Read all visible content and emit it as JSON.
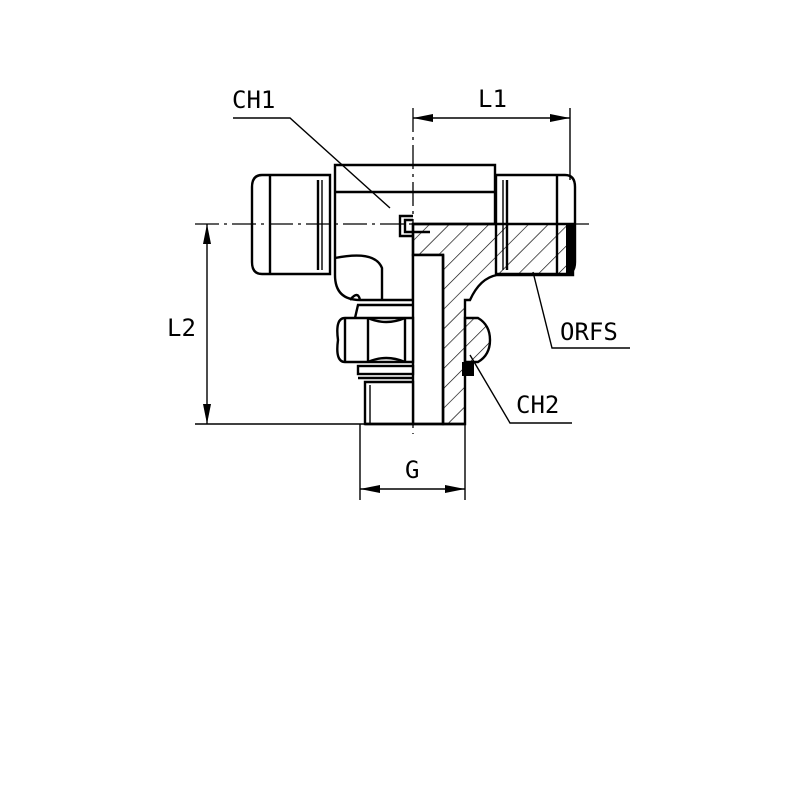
{
  "labels": {
    "ch1": "CH1",
    "l1": "L1",
    "l2": "L2",
    "orfs": "ORFS",
    "ch2": "CH2",
    "g": "G"
  }
}
